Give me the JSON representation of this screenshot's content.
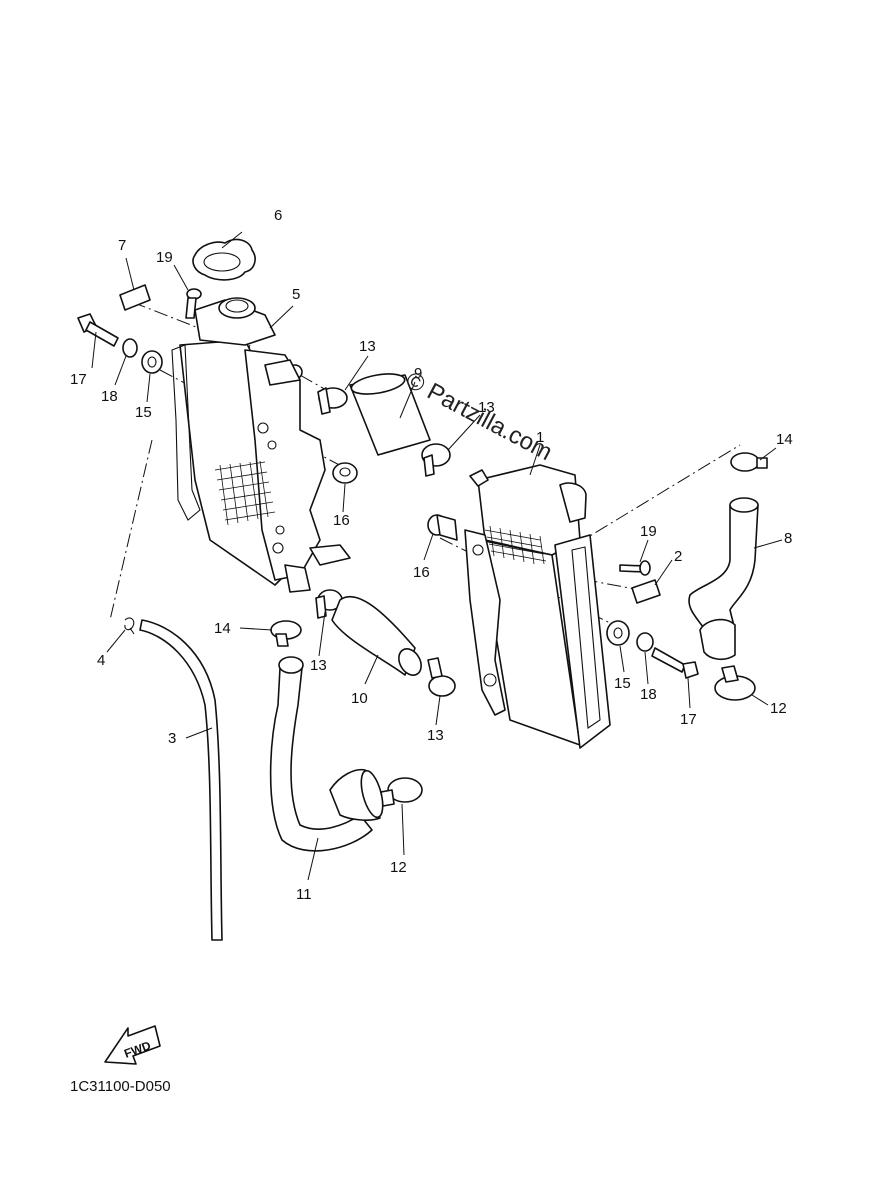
{
  "diagram_code": "1C31100-D050",
  "watermark": "© Partzilla.com",
  "fwd_label": "FWD",
  "callouts": [
    {
      "id": "c1",
      "text": "1"
    },
    {
      "id": "c2",
      "text": "2"
    },
    {
      "id": "c3",
      "text": "3"
    },
    {
      "id": "c4",
      "text": "4"
    },
    {
      "id": "c5",
      "text": "5"
    },
    {
      "id": "c6",
      "text": "6"
    },
    {
      "id": "c7",
      "text": "7"
    },
    {
      "id": "c8",
      "text": "8"
    },
    {
      "id": "c9",
      "text": "9"
    },
    {
      "id": "c10",
      "text": "10"
    },
    {
      "id": "c11",
      "text": "11"
    },
    {
      "id": "c12a",
      "text": "12"
    },
    {
      "id": "c12b",
      "text": "12"
    },
    {
      "id": "c13a",
      "text": "13"
    },
    {
      "id": "c13b",
      "text": "13"
    },
    {
      "id": "c13c",
      "text": "13"
    },
    {
      "id": "c14a",
      "text": "14"
    },
    {
      "id": "c14b",
      "text": "14"
    },
    {
      "id": "c15a",
      "text": "15"
    },
    {
      "id": "c15b",
      "text": "15"
    },
    {
      "id": "c16a",
      "text": "16"
    },
    {
      "id": "c16b",
      "text": "16"
    },
    {
      "id": "c17a",
      "text": "17"
    },
    {
      "id": "c17b",
      "text": "17"
    },
    {
      "id": "c18a",
      "text": "18"
    },
    {
      "id": "c18b",
      "text": "18"
    },
    {
      "id": "c19a",
      "text": "19"
    },
    {
      "id": "c19b",
      "text": "19"
    }
  ]
}
